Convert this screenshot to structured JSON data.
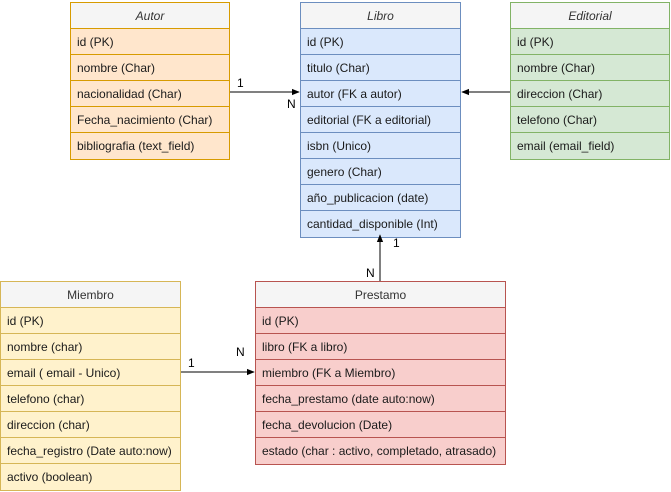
{
  "entities": {
    "autor": {
      "title": "Autor",
      "fields": [
        "id (PK)",
        "nombre (Char)",
        "nacionalidad (Char)",
        "Fecha_nacimiento (Char)",
        "bibliografia (text_field)"
      ]
    },
    "libro": {
      "title": "Libro",
      "fields": [
        "id (PK)",
        "titulo (Char)",
        "autor (FK a autor)",
        "editorial (FK a editorial)",
        "isbn (Unico)",
        "genero (Char)",
        "año_publicacion (date)",
        "cantidad_disponible (Int)"
      ]
    },
    "editorial": {
      "title": "Editorial",
      "fields": [
        "id (PK)",
        "nombre (Char)",
        "direccion (Char)",
        "telefono (Char)",
        "email (email_field)"
      ]
    },
    "miembro": {
      "title": "Miembro",
      "fields": [
        "id (PK)",
        "nombre (char)",
        "email ( email - Unico)",
        "telefono (char)",
        "direccion (char)",
        "fecha_registro (Date auto:now)",
        "activo (boolean)"
      ]
    },
    "prestamo": {
      "title": "Prestamo",
      "fields": [
        "id (PK)",
        "libro (FK a libro)",
        "miembro (FK a Miembro)",
        "fecha_prestamo (date auto:now)",
        "fecha_devolucion (Date)",
        "estado (char : activo, completado, atrasado)"
      ]
    }
  },
  "relations": {
    "autor_libro": {
      "from_card": "1",
      "to_card": "N"
    },
    "libro_prestamo": {
      "from_card": "1",
      "to_card": "N"
    },
    "miembro_prestamo": {
      "from_card": "1",
      "to_card": "N"
    }
  },
  "colors": {
    "autor": "#ffe6cc",
    "libro": "#dae8fc",
    "editorial": "#d5e8d4",
    "miembro": "#fff2cc",
    "prestamo": "#f8cecc"
  }
}
